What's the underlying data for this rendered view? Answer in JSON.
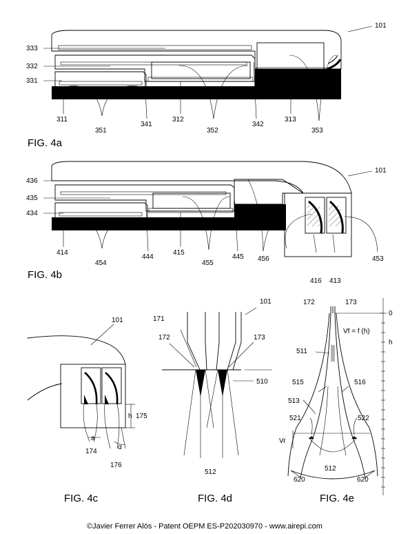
{
  "figures": {
    "fig4a": {
      "label": "FIG. 4a",
      "refs": [
        "101",
        "333",
        "332",
        "331",
        "311",
        "351",
        "341",
        "312",
        "352",
        "342",
        "313",
        "353"
      ]
    },
    "fig4b": {
      "label": "FIG. 4b",
      "refs": [
        "101",
        "436",
        "435",
        "434",
        "414",
        "454",
        "444",
        "415",
        "455",
        "445",
        "456",
        "416",
        "413",
        "453"
      ]
    },
    "fig4c": {
      "label": "FIG. 4c",
      "refs": [
        "101",
        "h",
        "175",
        "a",
        "174",
        "α",
        "176"
      ]
    },
    "fig4d": {
      "label": "FIG. 4d",
      "refs": [
        "101",
        "171",
        "172",
        "173",
        "510",
        "512"
      ]
    },
    "fig4e": {
      "label": "FIG. 4e",
      "refs": [
        "172",
        "173",
        "0",
        "Vf = f (h)",
        "h",
        "511",
        "515",
        "516",
        "513",
        "521",
        "522",
        "Vr",
        "512",
        "620",
        "620"
      ]
    }
  },
  "footer": "©Javier Ferrer Alós - Patent OEPM ES-P202030970 - www.airepi.com"
}
